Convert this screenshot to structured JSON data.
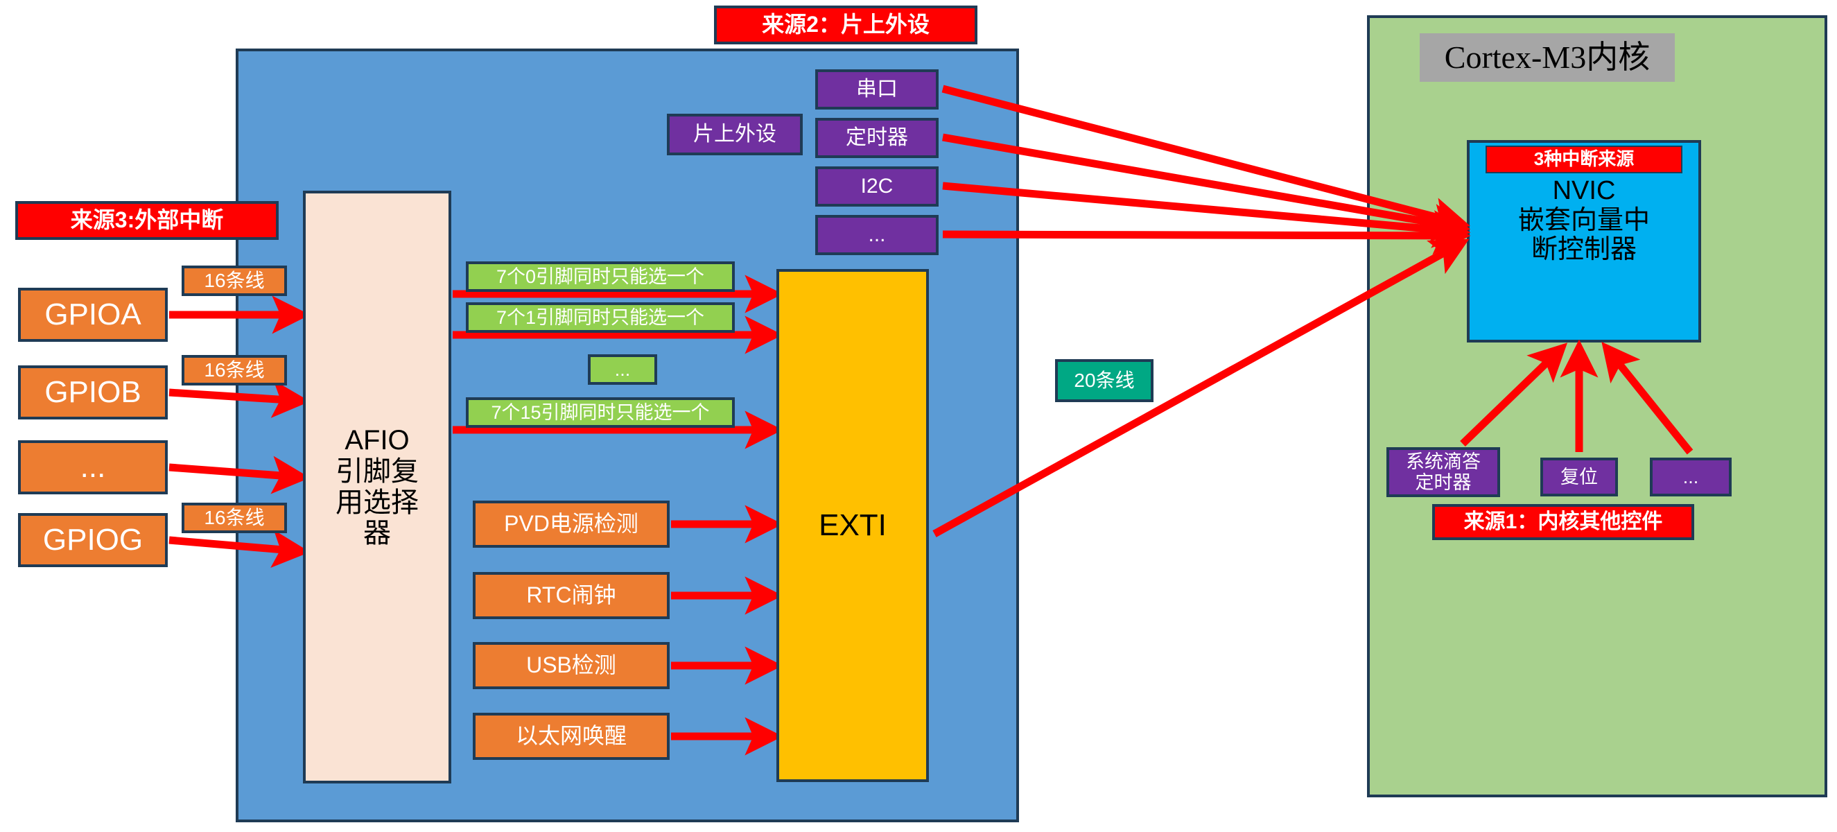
{
  "diagram": {
    "banners": {
      "source2": "来源2：片上外设",
      "source3": "来源3:外部中断",
      "source1": "来源1：内核其他控件"
    },
    "gpio_blocks": [
      {
        "label": "GPIOA",
        "lines": "16条线"
      },
      {
        "label": "GPIOB",
        "lines": "16条线"
      },
      {
        "label": "...",
        "lines": ""
      },
      {
        "label": "GPIOG",
        "lines": "16条线"
      }
    ],
    "afio": {
      "label": "AFIO\n引脚复\n用选择\n器"
    },
    "pin_mux_labels": [
      "7个0引脚同时只能选一个",
      "7个1引脚同时只能选一个",
      "...",
      "7个15引脚同时只能选一个"
    ],
    "exti_sources": [
      "PVD电源检测",
      "RTC闹钟",
      "USB检测",
      "以太网唤醒"
    ],
    "exti": {
      "label": "EXTI"
    },
    "on_chip_peripherals": {
      "group_label": "片上外设",
      "items": [
        "串口",
        "定时器",
        "I2C",
        "..."
      ]
    },
    "exti_to_nvic_lines": "20条线",
    "core": {
      "title": "Cortex-M3内核",
      "nvic": {
        "badge": "3种中断来源",
        "label": "NVIC\n嵌套向量中\n断控制器"
      },
      "core_sources": [
        "系统滴答\n定时器",
        "复位",
        "..."
      ]
    },
    "colors": {
      "mcu_container": "#5b9bd5",
      "core_container": "#a9d18e",
      "border": "#1f3b55",
      "banner_red": "#ff0000",
      "orange": "#ed7d31",
      "green_label": "#92d050",
      "purple": "#7030a0",
      "exti_yellow": "#ffc000",
      "nvic_blue": "#00b0f0",
      "teal": "#00a884",
      "afio_cream": "#fae3d4",
      "core_title_gray": "#a6a6a6",
      "arrow_red": "#ff0000"
    }
  }
}
